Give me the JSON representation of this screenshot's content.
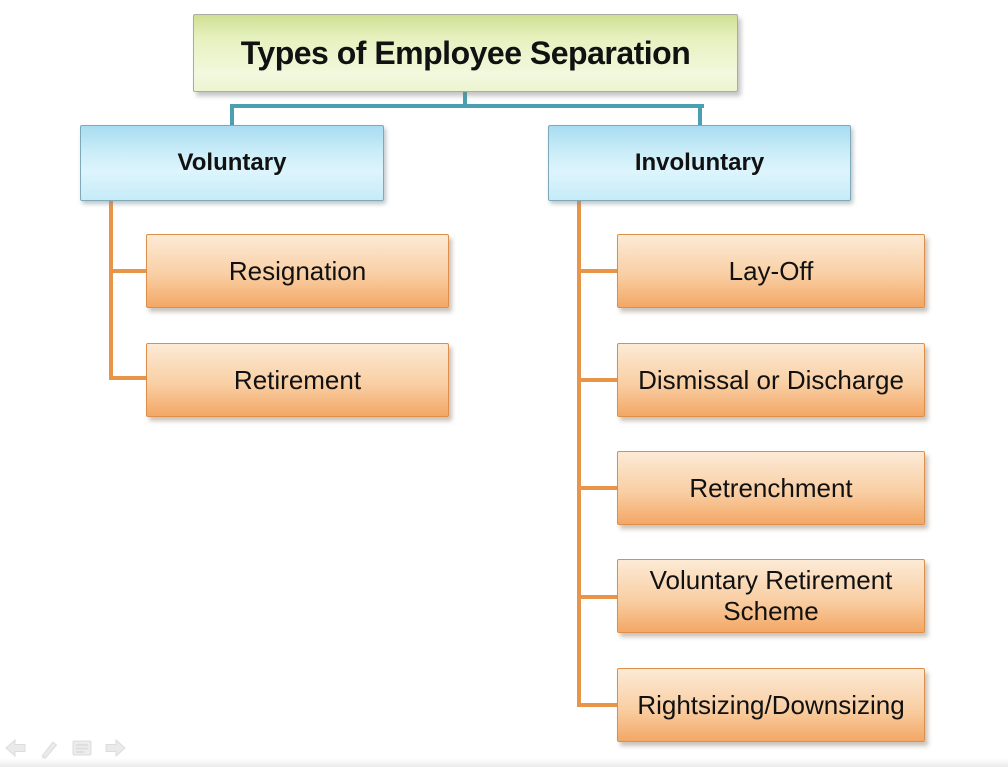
{
  "diagram": {
    "title": "Types of Employee Separation",
    "branches": [
      {
        "label": "Voluntary",
        "children": [
          "Resignation",
          "Retirement"
        ]
      },
      {
        "label": "Involuntary",
        "children": [
          "Lay-Off",
          "Dismissal or Discharge",
          "Retrenchment",
          "Voluntary Retirement Scheme",
          "Rightsizing/Downsizing"
        ]
      }
    ],
    "colors": {
      "title_gradient_top": "#cee092",
      "title_gradient_bottom": "#ecf4d0",
      "branch_gradient_top": "#a8dcf0",
      "branch_gradient_bottom": "#c6ecf8",
      "child_gradient_top": "#fcead6",
      "child_gradient_bottom": "#f3a765",
      "connector_primary_teal": "#4aa0b0",
      "connector_secondary_orange": "#e8954a",
      "text": "#111111"
    }
  },
  "presentation_controls": {
    "icons": [
      "previous-slide",
      "annotation-pen",
      "slide-menu",
      "next-slide"
    ]
  }
}
